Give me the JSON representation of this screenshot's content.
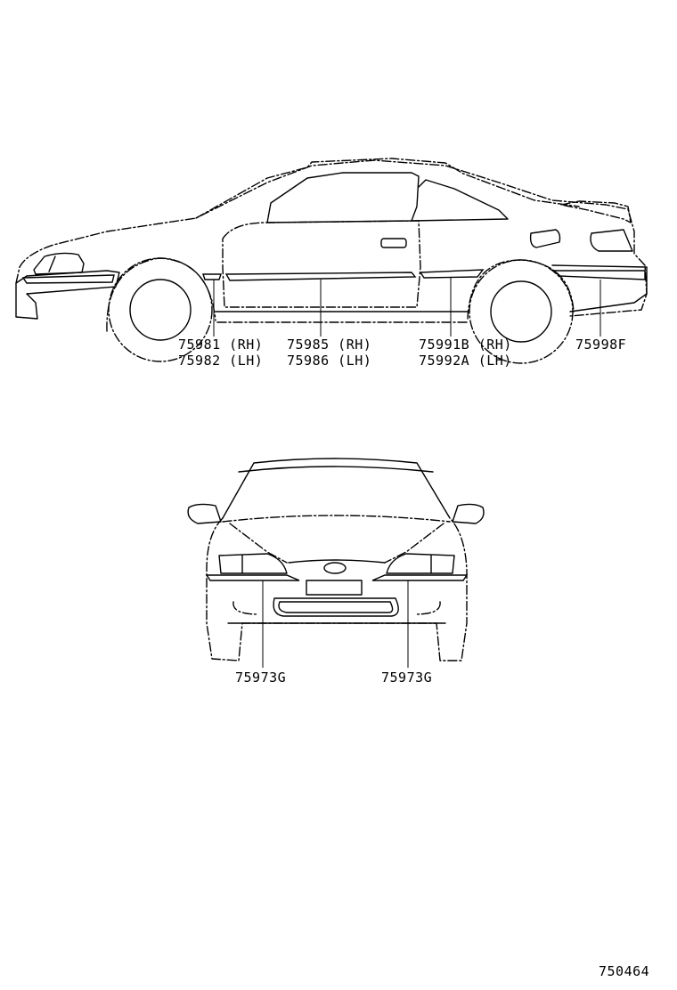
{
  "side_view": {
    "callouts": [
      {
        "rh": "75981 (RH)",
        "lh": "75982 (LH)"
      },
      {
        "rh": "75985 (RH)",
        "lh": "75986 (LH)"
      },
      {
        "rh": "75991B (RH)",
        "lh": "75992A (LH)"
      },
      {
        "single": "75998F"
      }
    ]
  },
  "front_view": {
    "callouts": [
      {
        "single": "75973G"
      },
      {
        "single": "75973G"
      }
    ]
  },
  "diagram_number": "750464"
}
